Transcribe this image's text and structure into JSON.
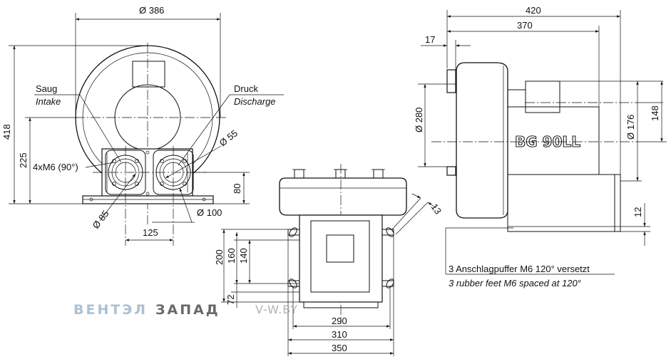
{
  "front_view": {
    "dim_diameter_386": "Ø 386",
    "dim_height_418": "418",
    "dim_height_225": "225",
    "dim_height_80": "80",
    "dim_diameter_55": "Ø 55",
    "dim_diameter_85": "Ø 85",
    "dim_diameter_100": "Ø 100",
    "dim_width_125": "125",
    "bolt_note": "4xM6 (90°)",
    "intake_de": "Saug",
    "intake_en": "Intake",
    "discharge_de": "Druck",
    "discharge_en": "Discharge"
  },
  "bottom_view": {
    "dim_200": "200",
    "dim_160": "160",
    "dim_140": "140",
    "dim_72": "72",
    "dim_290": "290",
    "dim_310": "310",
    "dim_350": "350",
    "dim_13": "13"
  },
  "side_view": {
    "dim_420": "420",
    "dim_370": "370",
    "dim_17": "17",
    "dim_diameter_280": "Ø 280",
    "dim_diameter_176": "Ø 176",
    "dim_148": "148",
    "dim_12": "12",
    "model_label": "BG 90LL",
    "feet_note_de": "3 Anschlagpuffer M6 120° versetzt",
    "feet_note_en": "3 rubber feet M6 spaced at 120°"
  },
  "watermark": {
    "brand_part1": "ВЕНТЭЛ",
    "brand_part2": "ЗАПАД",
    "site": "V-W.BY",
    "color_light": "#9fb7cc",
    "color_dark": "#505050"
  }
}
